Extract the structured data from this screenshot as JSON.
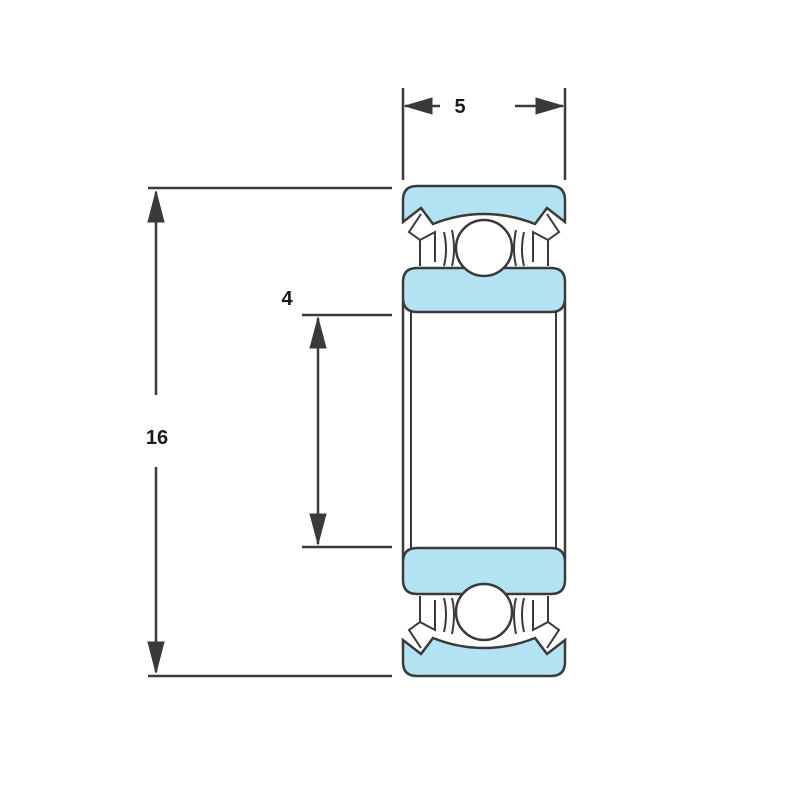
{
  "dimensions": {
    "width": "5",
    "inner_diameter": "4",
    "outer_diameter": "16"
  },
  "colors": {
    "ring_fill": "#b3e2f2",
    "outline": "#3a3a3a",
    "dimension_line": "#3a3a3a",
    "background": "#ffffff"
  }
}
